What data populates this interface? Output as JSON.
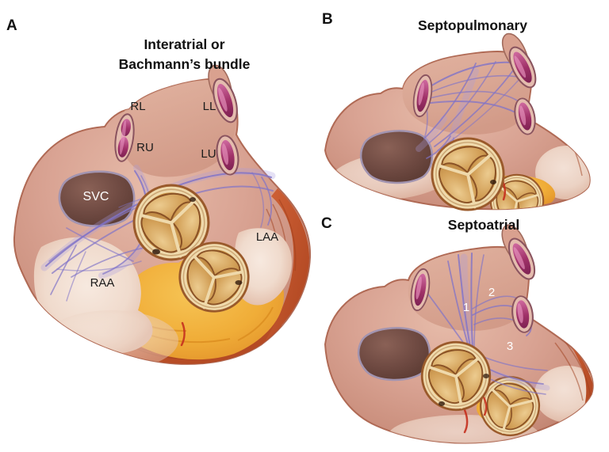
{
  "panels": {
    "a": {
      "letter": "A",
      "title_line1": "Interatrial or",
      "title_line2": "Bachmann’s bundle",
      "labels": {
        "rl": "RL",
        "ll": "LL",
        "ru": "RU",
        "lu": "LU",
        "svc": "SVC",
        "laa": "LAA",
        "raa": "RAA"
      }
    },
    "b": {
      "letter": "B",
      "title": "Septopulmonary"
    },
    "c": {
      "letter": "C",
      "title": "Septoatrial",
      "markers": {
        "m1": "1",
        "m2": "2",
        "m3": "3"
      }
    }
  },
  "colors": {
    "background": "#ffffff",
    "heart_body": "#d7a090",
    "heart_shadow": "#b5705c",
    "pale_appendage": "#f0dbcd",
    "svc_lumen": "#6f4a42",
    "svc_outline": "#a294b0",
    "pulmonary_vein_magenta": "#a63168",
    "vein_rim": "#e4bcae",
    "fiber_bundle_purple": "#8073c8",
    "valve_cusp_tan": "#d3a159",
    "valve_rim_cream": "#efd9ab",
    "fat_yellow": "#f0ad38",
    "myocardium_red": "#c25230",
    "label_dark": "#1b1b1b",
    "label_light": "#ffffff"
  }
}
